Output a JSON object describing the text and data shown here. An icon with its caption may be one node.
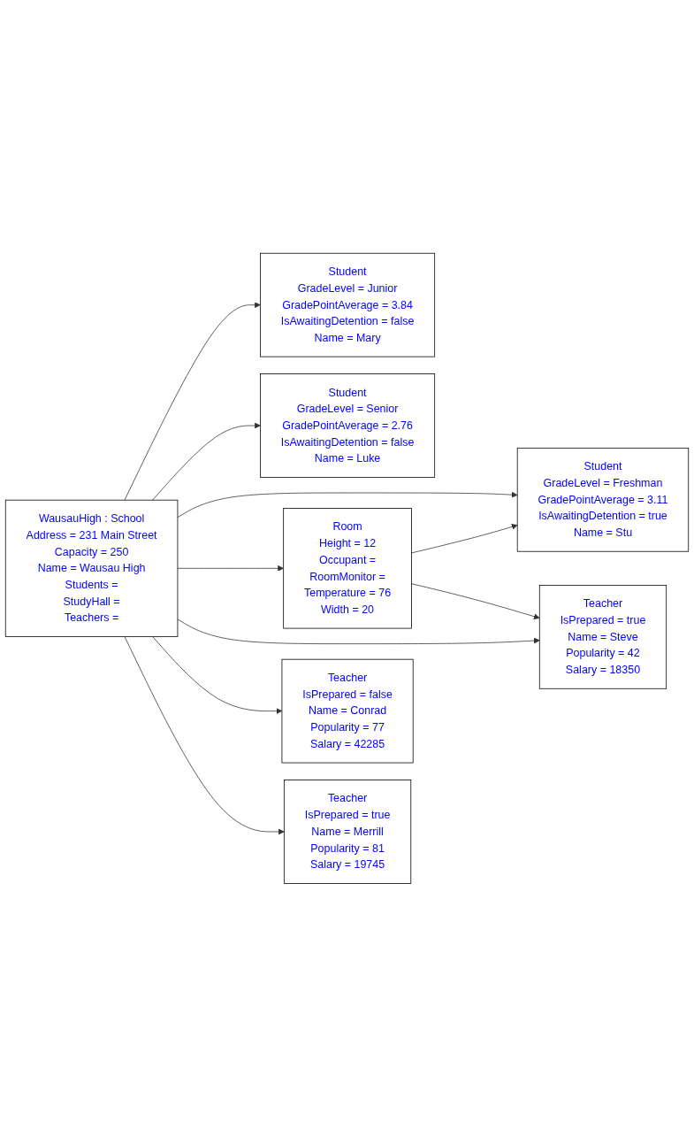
{
  "diagram": {
    "nodes": [
      {
        "text": [
          "WausauHigh : School",
          "Address = 231 Main Street",
          "Capacity = 250",
          "Name = Wausau High",
          "Students =",
          "StudyHall =",
          "Teachers ="
        ]
      },
      {
        "text": [
          "Room",
          "Height = 12",
          "Occupant =",
          "RoomMonitor =",
          "Temperature = 76",
          "Width = 20"
        ]
      },
      {
        "text": [
          "Student",
          "GradeLevel = Junior",
          "GradePointAverage = 3.84",
          "IsAwaitingDetention = false",
          "Name = Mary"
        ]
      },
      {
        "text": [
          "Student",
          "GradeLevel = Senior",
          "GradePointAverage = 2.76",
          "IsAwaitingDetention = false",
          "Name = Luke"
        ]
      },
      {
        "text": [
          "Student",
          "GradeLevel = Freshman",
          "GradePointAverage = 3.11",
          "IsAwaitingDetention = true",
          "Name = Stu"
        ]
      },
      {
        "text": [
          "Teacher",
          "IsPrepared = true",
          "Name = Steve",
          "Popularity = 42",
          "Salary = 18350"
        ]
      },
      {
        "text": [
          "Teacher",
          "IsPrepared = false",
          "Name = Conrad",
          "Popularity = 77",
          "Salary = 42285"
        ]
      },
      {
        "text": [
          "Teacher",
          "IsPrepared = true",
          "Name = Merrill",
          "Popularity = 81",
          "Salary = 19745"
        ]
      }
    ],
    "edges": [
      {
        "from": 0,
        "to": 2,
        "arrow": "to"
      },
      {
        "from": 0,
        "to": 3,
        "arrow": "to"
      },
      {
        "from": 0,
        "to": 4,
        "arrow": "to"
      },
      {
        "from": 0,
        "to": 1,
        "arrow": "to"
      },
      {
        "from": 0,
        "to": 5,
        "arrow": "to"
      },
      {
        "from": 0,
        "to": 6,
        "arrow": "to"
      },
      {
        "from": 0,
        "to": 7,
        "arrow": "to"
      },
      {
        "from": 1,
        "to": 4,
        "arrow": "to"
      },
      {
        "from": 1,
        "to": 5,
        "arrow": "to"
      }
    ]
  }
}
